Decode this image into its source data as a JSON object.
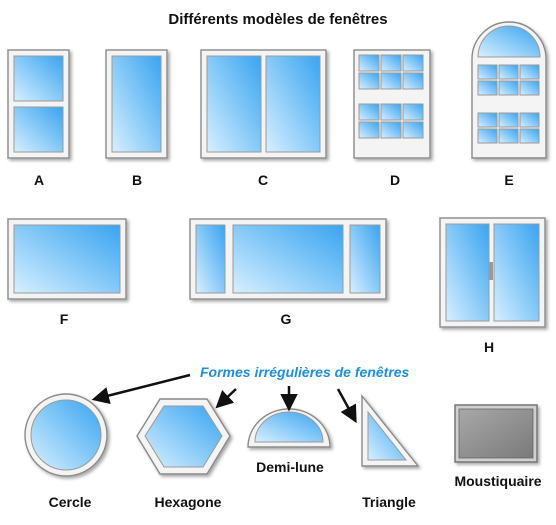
{
  "title": "Différents modèles de fenêtres",
  "subtitle": "Formes irrégulières de fenêtres",
  "colors": {
    "frame": "#f4f4f4",
    "frame_stroke": "#8a8a8a",
    "glass_light": "#d8efff",
    "glass_dark": "#3aa4f0",
    "accent": "#1e8fe0",
    "screen": "#8c8c8c"
  },
  "windows": [
    {
      "id": "A",
      "label": "A"
    },
    {
      "id": "B",
      "label": "B"
    },
    {
      "id": "C",
      "label": "C"
    },
    {
      "id": "D",
      "label": "D"
    },
    {
      "id": "E",
      "label": "E"
    },
    {
      "id": "F",
      "label": "F"
    },
    {
      "id": "G",
      "label": "G"
    },
    {
      "id": "H",
      "label": "H"
    }
  ],
  "shapes": [
    {
      "id": "cercle",
      "label": "Cercle"
    },
    {
      "id": "hexagone",
      "label": "Hexagone"
    },
    {
      "id": "demi-lune",
      "label": "Demi-lune"
    },
    {
      "id": "triangle",
      "label": "Triangle"
    },
    {
      "id": "moustiquaire",
      "label": "Moustiquaire"
    }
  ]
}
